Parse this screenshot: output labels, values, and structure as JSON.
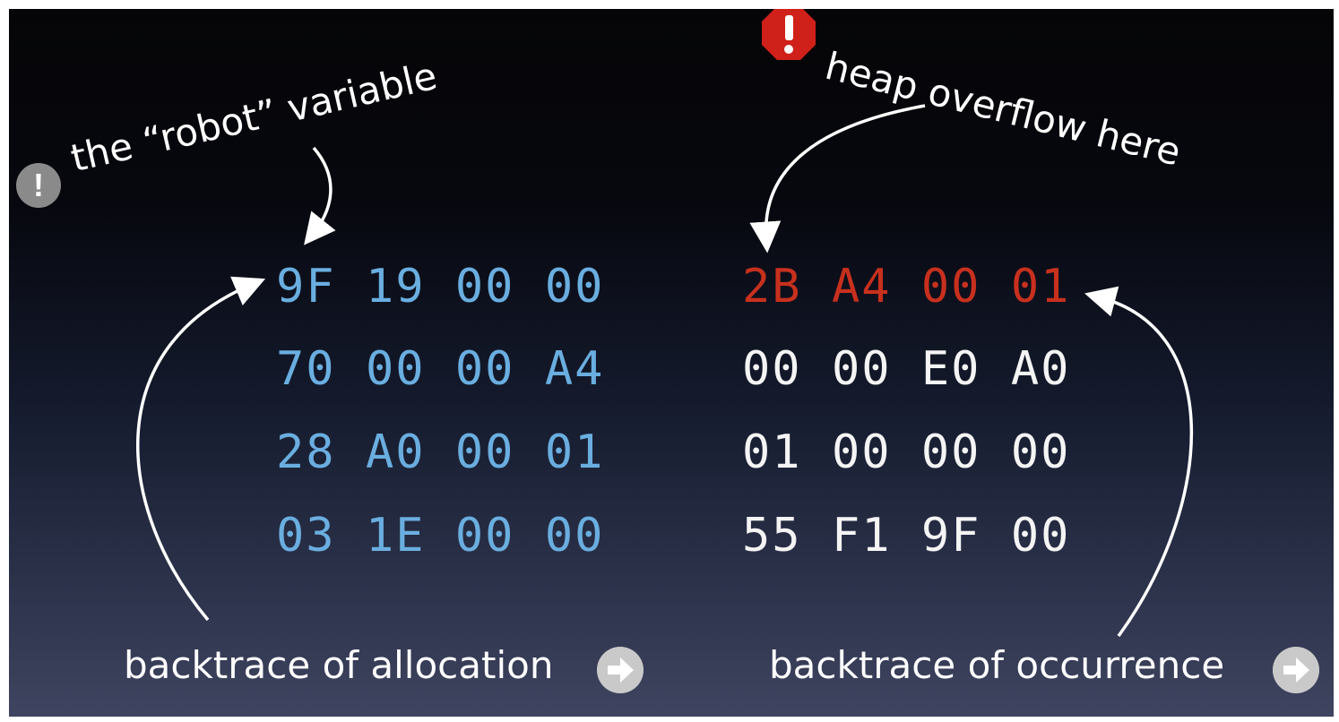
{
  "annotations": {
    "robot_variable": "the “robot” variable",
    "heap_overflow": "heap overflow here",
    "info_badge_icon": "exclamation-circle-icon",
    "warning_badge_icon": "exclamation-octagon-icon"
  },
  "memory": {
    "left_block": [
      [
        "9F",
        "19",
        "00",
        "00"
      ],
      [
        "70",
        "00",
        "00",
        "A4"
      ],
      [
        "28",
        "A0",
        "00",
        "01"
      ],
      [
        "03",
        "1E",
        "00",
        "00"
      ]
    ],
    "right_block": [
      [
        "2B",
        "A4",
        "00",
        "01"
      ],
      [
        "00",
        "00",
        "E0",
        "A0"
      ],
      [
        "01",
        "00",
        "00",
        "00"
      ],
      [
        "55",
        "F1",
        "9F",
        "00"
      ]
    ]
  },
  "buttons": {
    "allocation": "backtrace of allocation",
    "occurrence": "backtrace of occurrence",
    "icon": "arrow-right-circle-icon"
  },
  "colors": {
    "robot_bytes": "#6aaee0",
    "overflow_bytes": "#c8301e",
    "other_bytes": "#f4f4f4",
    "warning": "#d0201a"
  }
}
